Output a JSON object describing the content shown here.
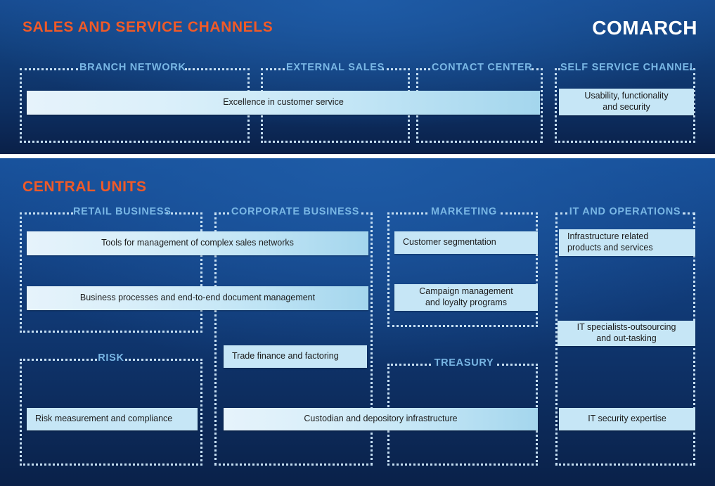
{
  "brand": {
    "name": "COMARCH"
  },
  "sections": [
    {
      "id": "sales-and-service-channels",
      "title": "SALES AND SERVICE CHANNELS",
      "title_color": "#f05a28",
      "panels": [
        {
          "id": "branch-network",
          "label": "BRANCH NETWORK"
        },
        {
          "id": "external-sales",
          "label": "EXTERNAL SALES"
        },
        {
          "id": "contact-center",
          "label": "CONTACT CENTER"
        },
        {
          "id": "self-service-channel",
          "label": "SELF SERVICE CHANNEL"
        }
      ],
      "boxes": [
        {
          "id": "excellence-in-customer-service",
          "text": "Excellence in customer service"
        },
        {
          "id": "usability-functionality-and-security",
          "text": "Usability, functionality\nand security"
        }
      ]
    },
    {
      "id": "central-units",
      "title": "CENTRAL UNITS",
      "title_color": "#f05a28",
      "panels": [
        {
          "id": "retail-business",
          "label": "RETAIL BUSINESS"
        },
        {
          "id": "corporate-business",
          "label": "CORPORATE BUSINESS"
        },
        {
          "id": "marketing",
          "label": "MARKETING"
        },
        {
          "id": "it-and-operations",
          "label": "IT AND OPERATIONS"
        },
        {
          "id": "risk",
          "label": "RISK"
        },
        {
          "id": "treasury",
          "label": "TREASURY"
        }
      ],
      "boxes": [
        {
          "id": "tools-for-management-of-complex-sales-networks",
          "text": "Tools for management of complex sales networks"
        },
        {
          "id": "business-processes-and-end-to-end-document-management",
          "text": "Business processes and end-to-end document management"
        },
        {
          "id": "customer-segmentation",
          "text": "Customer segmentation"
        },
        {
          "id": "campaign-management-and-loyalty-programs",
          "text": "Campaign management\nand loyalty programs"
        },
        {
          "id": "infrastructure-related-products-and-services",
          "text": "Infrastructure related\nproducts and services"
        },
        {
          "id": "trade-finance-and-factoring",
          "text": "Trade finance and factoring"
        },
        {
          "id": "it-specialists-outsourcing-and-out-tasking",
          "text": "IT specialists-outsourcing\nand out-tasking"
        },
        {
          "id": "risk-measurement-and-compliance",
          "text": "Risk measurement and compliance"
        },
        {
          "id": "custodian-and-depository-infrastructure",
          "text": "Custodian and depository infrastructure"
        },
        {
          "id": "it-security-expertise",
          "text": "IT security expertise"
        }
      ]
    }
  ],
  "colors": {
    "background_deep": "#0a2149",
    "background_light": "#17509a",
    "accent_orange": "#f05a28",
    "panel_border": "#c6dff2",
    "panel_label": "#79b7e5",
    "box_light": "#e6f3fb",
    "box_dark": "#a4d6ed",
    "box_text": "#1b1b1b"
  }
}
